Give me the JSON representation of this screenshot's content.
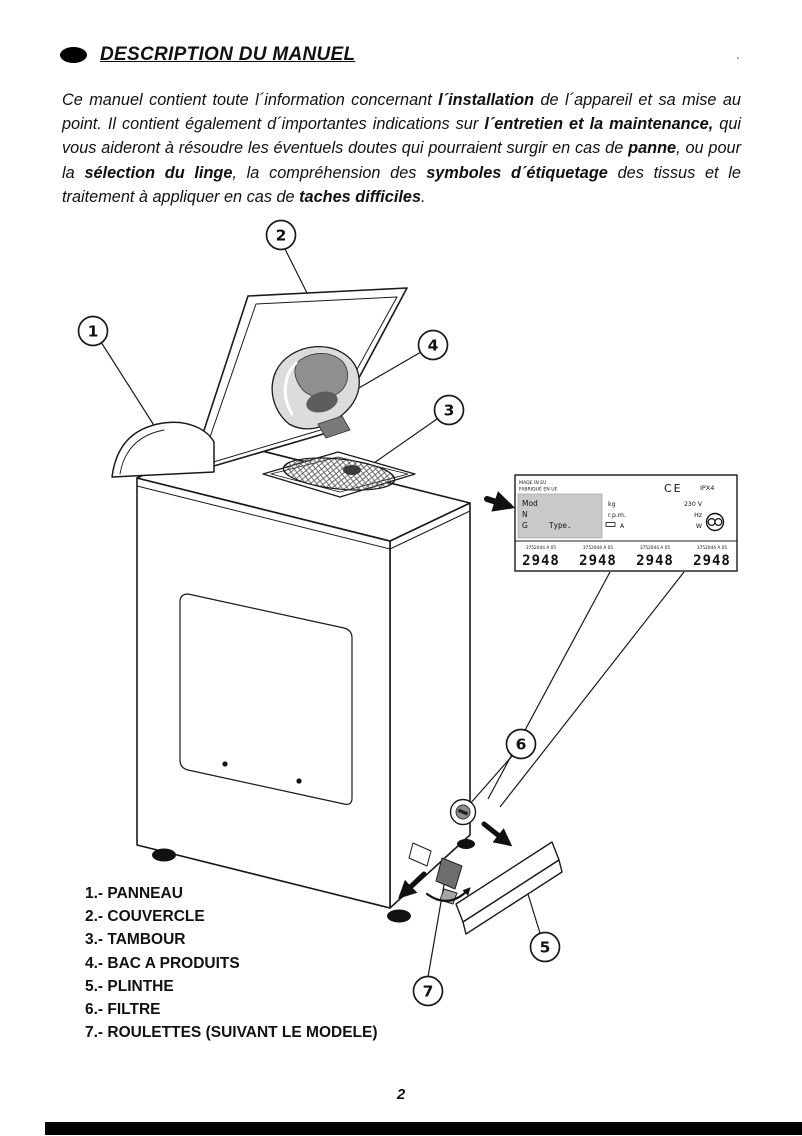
{
  "page": {
    "title": "DESCRIPTION DU MANUEL",
    "page_number": "2",
    "stray_tick": "'"
  },
  "intro": {
    "segments": [
      {
        "text": "Ce manuel contient toute l´information concernant ",
        "bold": false
      },
      {
        "text": "l´installation",
        "bold": true
      },
      {
        "text": " de l´appareil et sa mise au point. Il contient également d´importantes indications sur ",
        "bold": false
      },
      {
        "text": "l´entretien et la maintenance,",
        "bold": true
      },
      {
        "text": " qui vous aideront à résoudre les éventuels doutes qui pourraient surgir en cas de ",
        "bold": false
      },
      {
        "text": "panne",
        "bold": true
      },
      {
        "text": ", ou pour la ",
        "bold": false
      },
      {
        "text": "sélection du linge",
        "bold": true
      },
      {
        "text": ", la compréhension des ",
        "bold": false
      },
      {
        "text": "symboles d´étiquetage",
        "bold": true
      },
      {
        "text": " des tissus et le traitement à appliquer en cas de ",
        "bold": false
      },
      {
        "text": "taches difficiles",
        "bold": true
      },
      {
        "text": ".",
        "bold": false
      }
    ]
  },
  "diagram": {
    "callouts": [
      "1",
      "2",
      "3",
      "4",
      "5",
      "6",
      "7"
    ],
    "rating_plate": {
      "made_in": "MADE IN EU",
      "made_in2": "FABRIQUÉ EN UE",
      "field_mod": "Mod",
      "field_n": "N",
      "field_g": "G",
      "field_type": "Type.",
      "unit_kg": "kg",
      "unit_rpm": "r.p.m.",
      "unit_a": "A",
      "volt": "230 V",
      "hz": "Hz",
      "watt": "W",
      "ce_mark": "CE",
      "ip_rating": "IPX4",
      "code_label": "3752044 A 05",
      "numbers": [
        "2948",
        "2948",
        "2948",
        "2948"
      ]
    }
  },
  "parts_list": {
    "items": [
      "1.- PANNEAU",
      "2.- COUVERCLE",
      "3.- TAMBOUR",
      "4.- BAC A PRODUITS",
      "5.- PLINTHE",
      "6.- FILTRE",
      "7.- ROULETTES (SUIVANT LE MODELE)"
    ]
  }
}
